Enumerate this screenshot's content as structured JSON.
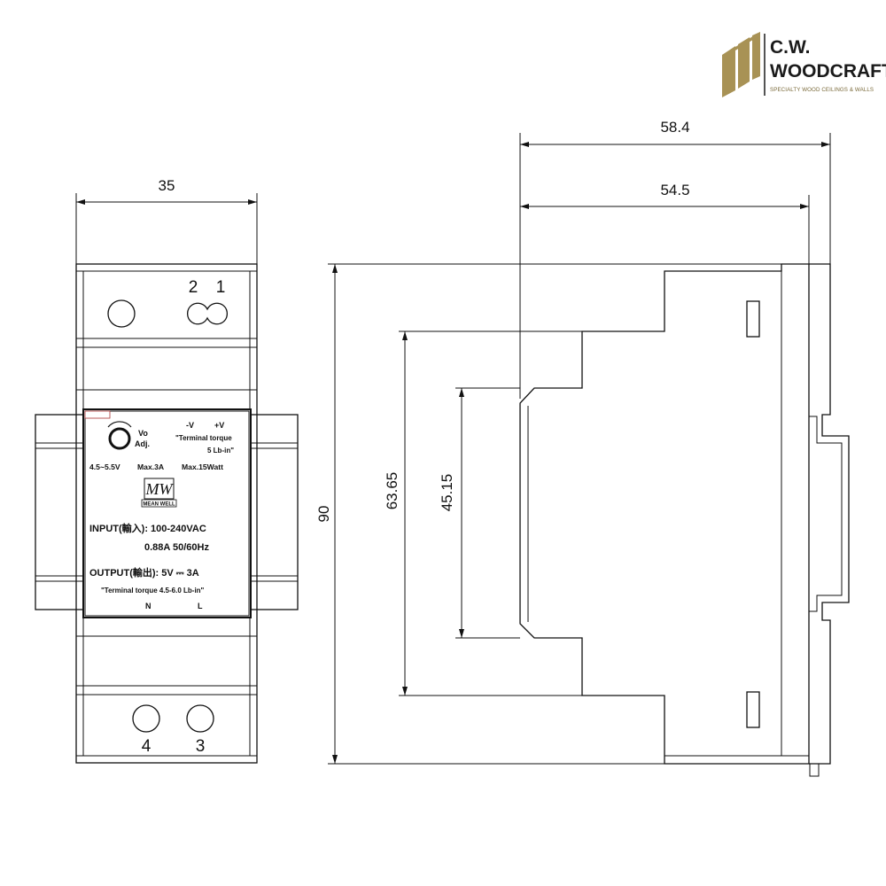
{
  "logo": {
    "line1": "C.W.",
    "line2": "WOODCRAFT",
    "tagline": "SPECIALTY WOOD CEILINGS & WALLS",
    "colors": {
      "gold": "#a89255",
      "dark": "#1a1a1a"
    }
  },
  "dimensions": {
    "front_width": "35",
    "side_depth_total": "58.4",
    "side_depth_body": "54.5",
    "height": "90",
    "step_outer": "63.65",
    "step_inner": "45.15"
  },
  "terminals": {
    "top_left": "2",
    "top_right": "1",
    "bottom_left": "4",
    "bottom_right": "3"
  },
  "label": {
    "vo_line1": "Vo",
    "vo_line2": "Adj.",
    "neg_v": "-V",
    "pos_v": "+V",
    "torque_line1": "\"Terminal torque",
    "torque_line2": "5 Lb-in\"",
    "spec_range": "4.5~5.5V",
    "spec_current": "Max.3A",
    "spec_power": "Max.15Watt",
    "brand_mark": "MW",
    "brand_name": "MEAN WELL",
    "input_line1": "INPUT(輸入): 100-240VAC",
    "input_line2": "0.88A   50/60Hz",
    "output_line": "OUTPUT(輸出): 5V ⎓ 3A",
    "output_torque": "\"Terminal torque 4.5-6.0 Lb-in\"",
    "n": "N",
    "l": "L"
  }
}
